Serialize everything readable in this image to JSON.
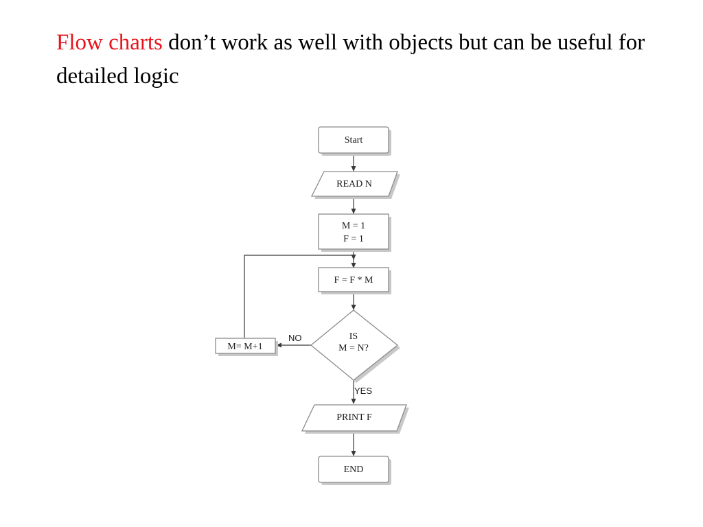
{
  "slide": {
    "title_accent": "Flow charts",
    "title_rest": " don’t work as well with objects but can be useful for detailed logic",
    "accent_color": "#e8141b"
  },
  "flowchart": {
    "start": "Start",
    "read": "READ N",
    "init_line1": "M = 1",
    "init_line2": "F = 1",
    "multiply": "F = F * M",
    "decision_line1": "IS",
    "decision_line2": "M = N?",
    "increment": "M= M+1",
    "no_label": "NO",
    "yes_label": "YES",
    "print": "PRINT F",
    "end": "END"
  }
}
